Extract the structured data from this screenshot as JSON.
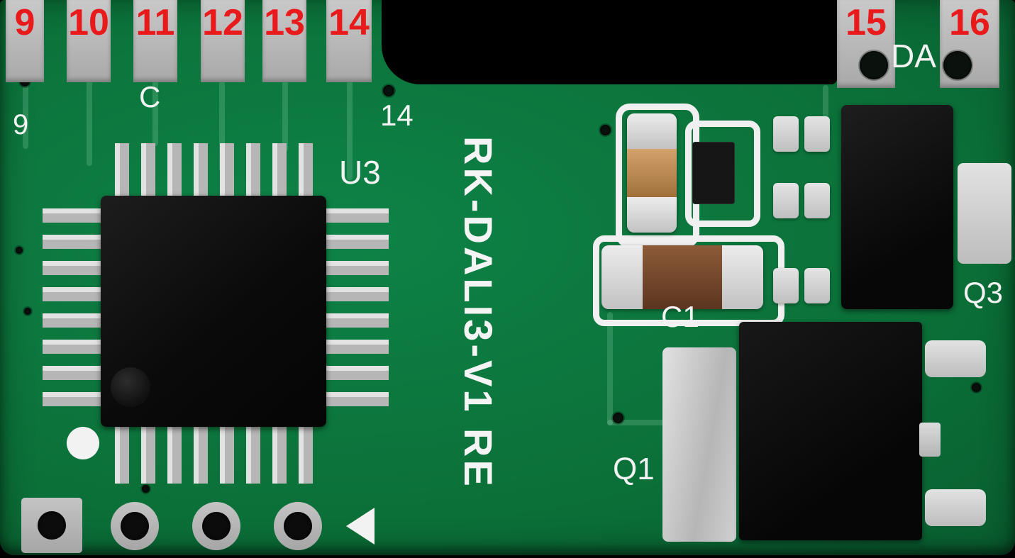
{
  "board_title": "RK-DALI3-V1 RE",
  "top_pads_left": [
    {
      "label": "9"
    },
    {
      "label": "10"
    },
    {
      "label": "11"
    },
    {
      "label": "12"
    },
    {
      "label": "13"
    },
    {
      "label": "14"
    }
  ],
  "top_pads_right": [
    {
      "label": "15"
    },
    {
      "label": "16"
    }
  ],
  "silkscreen": {
    "c": "C",
    "pin9": "9",
    "pin14": "14",
    "u3": "U3",
    "c1": "C1",
    "q1": "Q1",
    "q3": "Q3",
    "da": "DA",
    "title": "RK-DALI3-V1 RE"
  },
  "colors": {
    "board_green": "#0b7038",
    "pad_gray": "#b9b9b9",
    "silkscreen_white": "#f2f2f2",
    "label_red": "#e81a1b",
    "component_black": "#121212",
    "capacitor_tan": "#c08a50",
    "capacitor_brown": "#6e4027",
    "solder_silver": "#d4d4d4"
  }
}
